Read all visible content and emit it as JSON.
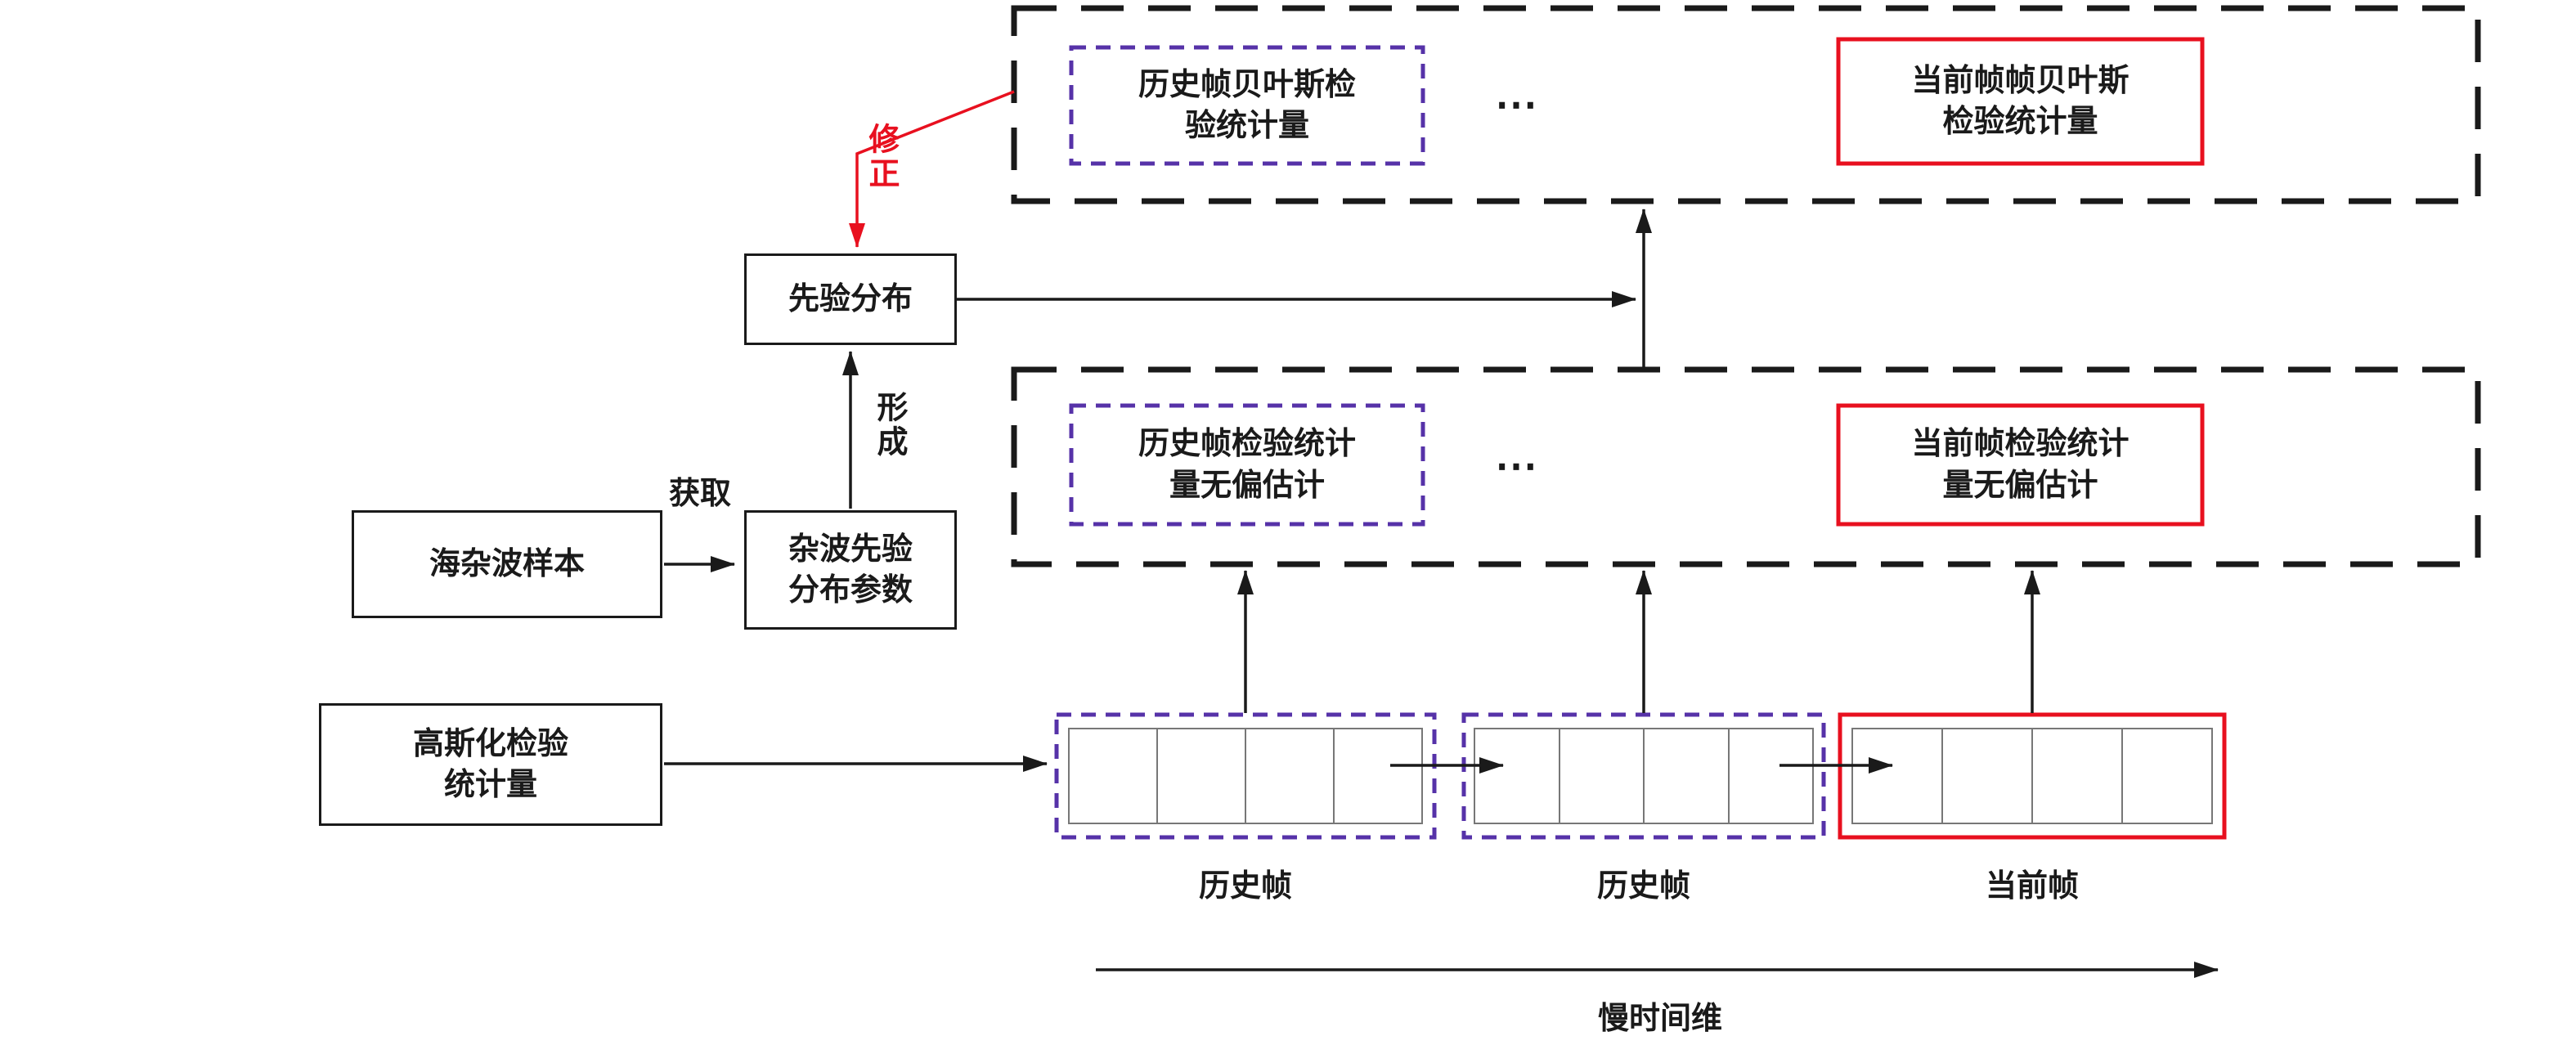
{
  "colors": {
    "black": "#1a1a1a",
    "red": "#e8101f",
    "purple": "#5632a8"
  },
  "top_panel": {
    "history_box": "历史帧贝叶斯检\n验统计量",
    "ellipsis": "⋯",
    "current_box": "当前帧帧贝叶斯\n检验统计量"
  },
  "estimate_panel": {
    "history_box": "历史帧检验统计\n量无偏估计",
    "ellipsis": "⋯",
    "current_box": "当前帧检验统计\n量无偏估计"
  },
  "boxes": {
    "prior_distribution": "先验分布",
    "sea_clutter_sample": "海杂波样本",
    "clutter_prior_params": "杂波先验\n分布参数",
    "gaussian_test_statistic": "高斯化检验\n统计量"
  },
  "edge_labels": {
    "correction": "修正",
    "obtain": "获取",
    "form": "形成"
  },
  "frames": [
    {
      "label": "历史帧"
    },
    {
      "label": "历史帧"
    },
    {
      "label": "当前帧"
    }
  ],
  "axis": {
    "label": "慢时间维"
  }
}
